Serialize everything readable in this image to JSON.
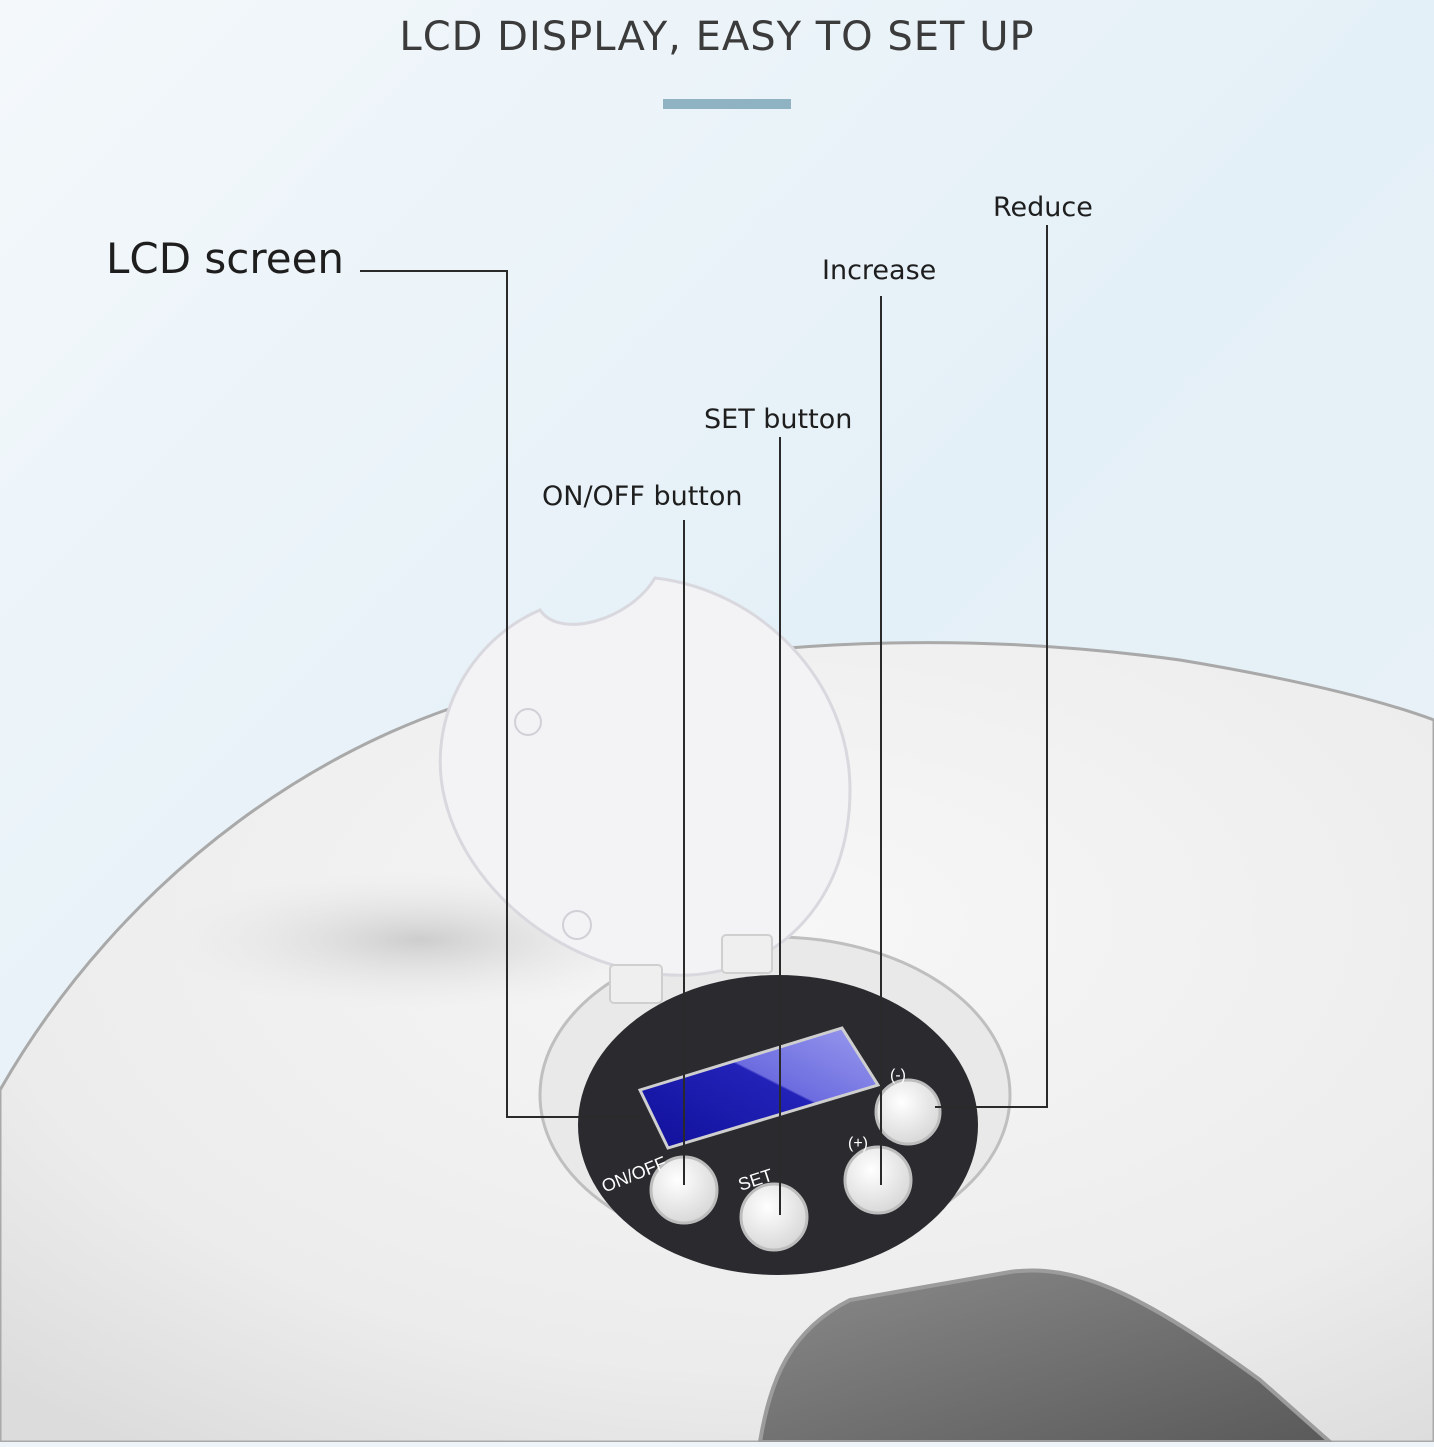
{
  "heading": "LCD DISPLAY, EASY TO SET UP",
  "callouts": {
    "lcd_screen": "LCD screen",
    "reduce": "Reduce",
    "increase": "Increase",
    "set_button": "SET button",
    "onoff_button": "ON/OFF button"
  },
  "panel_labels": {
    "onoff": "ON/OFF",
    "set": "SET",
    "plus": "(+)",
    "minus": "(-)"
  },
  "colors": {
    "accent_bar": "#8fb3c2",
    "lcd_blue": "#1a1aa8",
    "panel": "#2b2a2f",
    "body": "#f2f2f2"
  }
}
